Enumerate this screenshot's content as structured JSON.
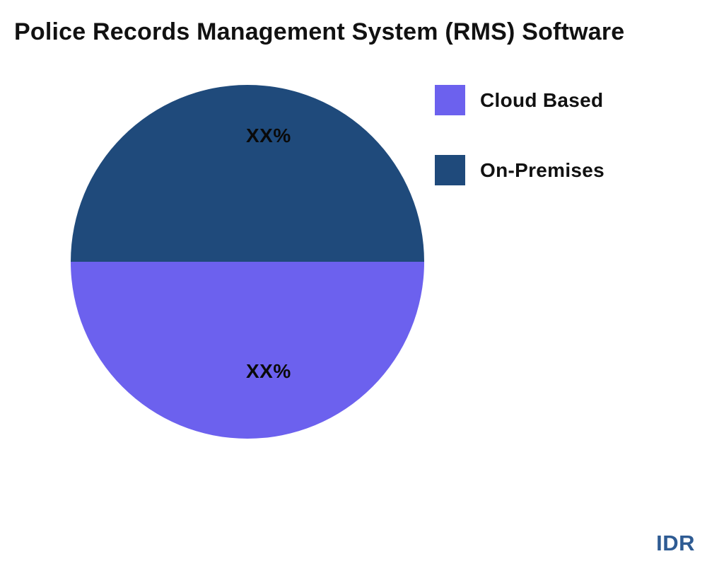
{
  "title": "Police Records Management System (RMS) Software",
  "chart_data": {
    "type": "pie",
    "title": "Police Records Management System (RMS) Software",
    "categories": [
      "Cloud Based",
      "On-Premises"
    ],
    "values": [
      50,
      50
    ],
    "data_labels": [
      "XX%",
      "XX%"
    ],
    "colors": [
      "#6C61EE",
      "#1F4A7B"
    ],
    "legend_position": "right",
    "layout": "On-Premises is the top half of the pie, Cloud Based is the bottom half"
  },
  "pie": {
    "top_label": "XX%",
    "bottom_label": "XX%",
    "top_color": "#1F4A7B",
    "bottom_color": "#6C61EE"
  },
  "legend": {
    "items": [
      {
        "label": "Cloud Based",
        "color": "#6C61EE"
      },
      {
        "label": "On-Premises",
        "color": "#1F4A7B"
      }
    ]
  },
  "watermark": {
    "text": "IDR",
    "color": "#2E5B93"
  }
}
